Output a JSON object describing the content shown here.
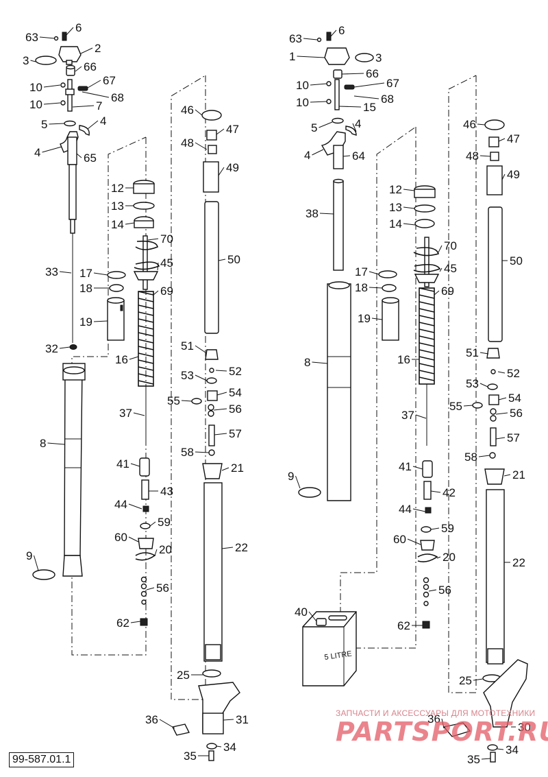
{
  "document_number": "99-587.01.1",
  "watermark": {
    "tagline": "ЗАПЧАСТИ И АКСЕССУАРЫ ДЛЯ МОТОТЕХНИКИ",
    "logo": "PARTSPORT.RU"
  },
  "canister_label": "5 LITRE",
  "left_labels": [
    "63",
    "6",
    "2",
    "3",
    "66",
    "67",
    "68",
    "10",
    "10",
    "7",
    "5",
    "4",
    "4",
    "65",
    "33",
    "32",
    "8",
    "9",
    "12",
    "13",
    "14",
    "70",
    "45",
    "17",
    "18",
    "69",
    "19",
    "16",
    "37",
    "41",
    "43",
    "44",
    "59",
    "60",
    "20",
    "56",
    "62",
    "46",
    "47",
    "48",
    "49",
    "50",
    "51",
    "52",
    "53",
    "54",
    "55",
    "56",
    "57",
    "58",
    "21",
    "22",
    "25",
    "31",
    "36",
    "34",
    "35"
  ],
  "right_labels": [
    "63",
    "6",
    "1",
    "3",
    "66",
    "67",
    "10",
    "10",
    "15",
    "68",
    "5",
    "4",
    "4",
    "64",
    "38",
    "8",
    "9",
    "12",
    "13",
    "14",
    "70",
    "45",
    "17",
    "18",
    "69",
    "19",
    "16",
    "37",
    "41",
    "42",
    "44",
    "59",
    "60",
    "20",
    "56",
    "62",
    "40",
    "46",
    "47",
    "48",
    "49",
    "50",
    "51",
    "52",
    "53",
    "54",
    "55",
    "56",
    "57",
    "58",
    "21",
    "22",
    "25",
    "30",
    "36",
    "34",
    "35"
  ]
}
